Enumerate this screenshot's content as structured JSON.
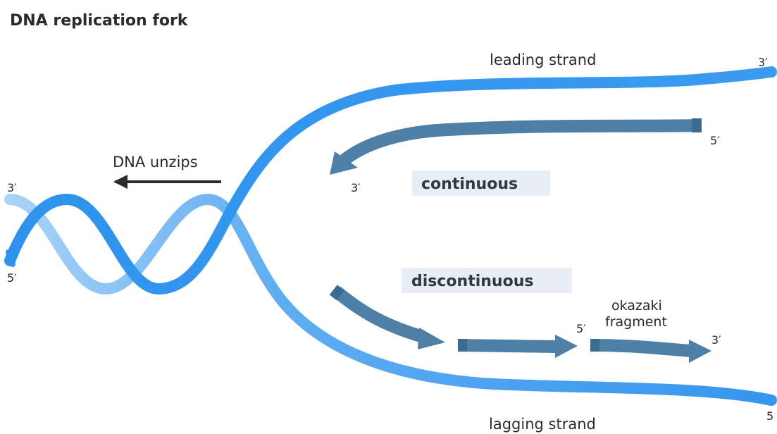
{
  "title": "DNA replication fork",
  "unzip_label": "DNA unzips",
  "leading_strand_label": "leading strand",
  "lagging_strand_label": "lagging strand",
  "continuous_label": "continuous",
  "discontinuous_label": "discontinuous",
  "okazaki_line1": "okazaki",
  "okazaki_line2": "fragment",
  "ends": {
    "helix_top_left": "3′",
    "helix_bottom_left": "5′",
    "leading_right": "3′",
    "lagging_right": "5",
    "new_leading_5": "5′",
    "new_leading_3": "3′",
    "fragment_5": "5′",
    "fragment_3": "3′"
  },
  "colors": {
    "parent_strand": "#2f93ee",
    "parent_strand_light": "#8cc4f4",
    "new_strand": "#4e7fa6",
    "new_strand_dark": "#3d6a8f",
    "label_box": "#e8eef5",
    "arrow_dark": "#2b2b2b"
  }
}
